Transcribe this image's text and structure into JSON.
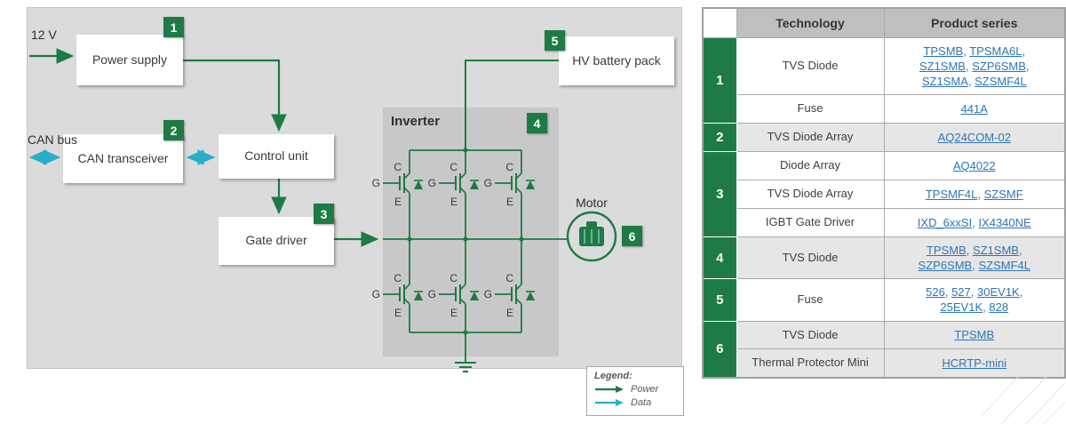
{
  "colors": {
    "green": "#1E7B45",
    "cyan": "#29AEC7",
    "link": "#2E75B6",
    "panel_gray": "#DBDBDB",
    "inverter_gray": "#C8C8C8"
  },
  "diagram": {
    "input_labels": {
      "twelve_v": "12 V",
      "can_bus": "CAN bus"
    },
    "boxes": {
      "power_supply": "Power supply",
      "can_transceiver": "CAN transceiver",
      "control_unit": "Control unit",
      "gate_driver": "Gate driver",
      "hv_battery_pack": "HV battery pack"
    },
    "inverter_title": "Inverter",
    "motor_label": "Motor",
    "badges": {
      "b1": "1",
      "b2": "2",
      "b3": "3",
      "b4": "4",
      "b5": "5",
      "b6": "6"
    },
    "terminals": {
      "collector": "C",
      "gate": "G",
      "emitter": "E"
    },
    "legend": {
      "title": "Legend:",
      "power": "Power",
      "data": "Data"
    }
  },
  "table": {
    "headers": {
      "technology": "Technology",
      "product_series": "Product series"
    },
    "groups": [
      {
        "number": "1",
        "shade": false,
        "rows": [
          {
            "technology": "TVS Diode",
            "products": [
              "TPSMB",
              "TPSMA6L",
              "SZ1SMB",
              "SZP6SMB",
              "SZ1SMA",
              "SZSMF4L"
            ]
          },
          {
            "technology": "Fuse",
            "products": [
              "441A"
            ]
          }
        ]
      },
      {
        "number": "2",
        "shade": true,
        "rows": [
          {
            "technology": "TVS Diode Array",
            "products": [
              "AQ24COM-02"
            ]
          }
        ]
      },
      {
        "number": "3",
        "shade": false,
        "rows": [
          {
            "technology": "Diode Array",
            "products": [
              "AQ4022"
            ]
          },
          {
            "technology": "TVS Diode Array",
            "products": [
              "TPSMF4L",
              "SZSMF"
            ]
          },
          {
            "technology": "IGBT Gate Driver",
            "products": [
              "IXD_6xxSI",
              "IX4340NE"
            ]
          }
        ]
      },
      {
        "number": "4",
        "shade": true,
        "rows": [
          {
            "technology": "TVS Diode",
            "products": [
              "TPSMB",
              "SZ1SMB",
              "SZP6SMB",
              "SZSMF4L"
            ]
          }
        ]
      },
      {
        "number": "5",
        "shade": false,
        "rows": [
          {
            "technology": "Fuse",
            "products": [
              "526",
              "527",
              "30EV1K",
              "25EV1K",
              "828"
            ]
          }
        ]
      },
      {
        "number": "6",
        "shade": true,
        "rows": [
          {
            "technology": "TVS Diode",
            "products": [
              "TPSMB"
            ]
          },
          {
            "technology": "Thermal Protector Mini",
            "products": [
              "HCRTP-mini"
            ]
          }
        ]
      }
    ]
  }
}
